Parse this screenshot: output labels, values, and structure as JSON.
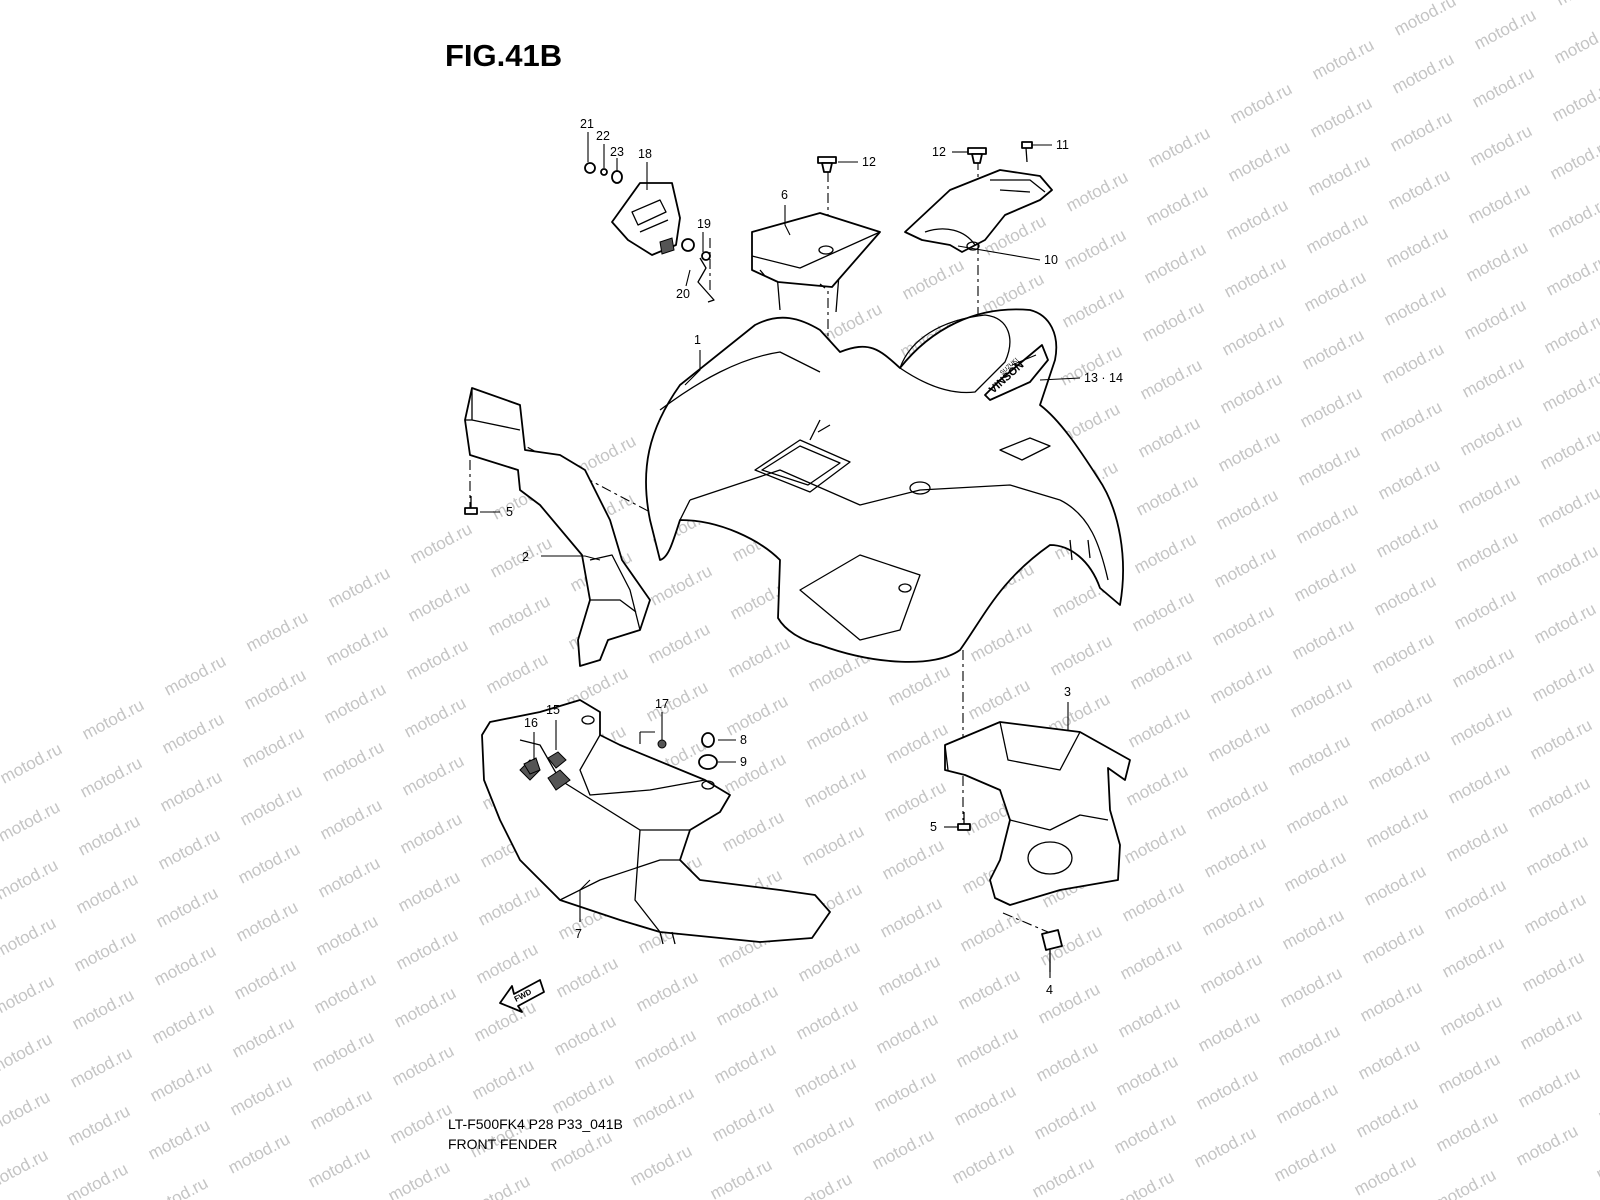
{
  "figure": {
    "title": "FIG.41B",
    "model_code": "LT-F500FK4 P28 P33_041B",
    "section_name": "FRONT FENDER"
  },
  "watermark": {
    "text": "motod.ru",
    "color": "#c4c4c4"
  },
  "decal": {
    "brand": "SUZUKI",
    "model": "VINSON"
  },
  "direction_arrow": {
    "label": "FWD"
  },
  "callouts": [
    {
      "id": "1",
      "label": "1"
    },
    {
      "id": "2",
      "label": "2"
    },
    {
      "id": "3",
      "label": "3"
    },
    {
      "id": "4",
      "label": "4"
    },
    {
      "id": "5a",
      "label": "5"
    },
    {
      "id": "5b",
      "label": "5"
    },
    {
      "id": "6",
      "label": "6"
    },
    {
      "id": "7",
      "label": "7"
    },
    {
      "id": "8",
      "label": "8"
    },
    {
      "id": "9",
      "label": "9"
    },
    {
      "id": "10",
      "label": "10"
    },
    {
      "id": "11",
      "label": "11"
    },
    {
      "id": "12a",
      "label": "12"
    },
    {
      "id": "12b",
      "label": "12"
    },
    {
      "id": "13-14",
      "label": "13 · 14"
    },
    {
      "id": "15",
      "label": "15"
    },
    {
      "id": "16",
      "label": "16"
    },
    {
      "id": "17",
      "label": "17"
    },
    {
      "id": "18",
      "label": "18"
    },
    {
      "id": "19",
      "label": "19"
    },
    {
      "id": "20",
      "label": "20"
    },
    {
      "id": "21",
      "label": "21"
    },
    {
      "id": "22",
      "label": "22"
    },
    {
      "id": "23",
      "label": "23"
    }
  ]
}
